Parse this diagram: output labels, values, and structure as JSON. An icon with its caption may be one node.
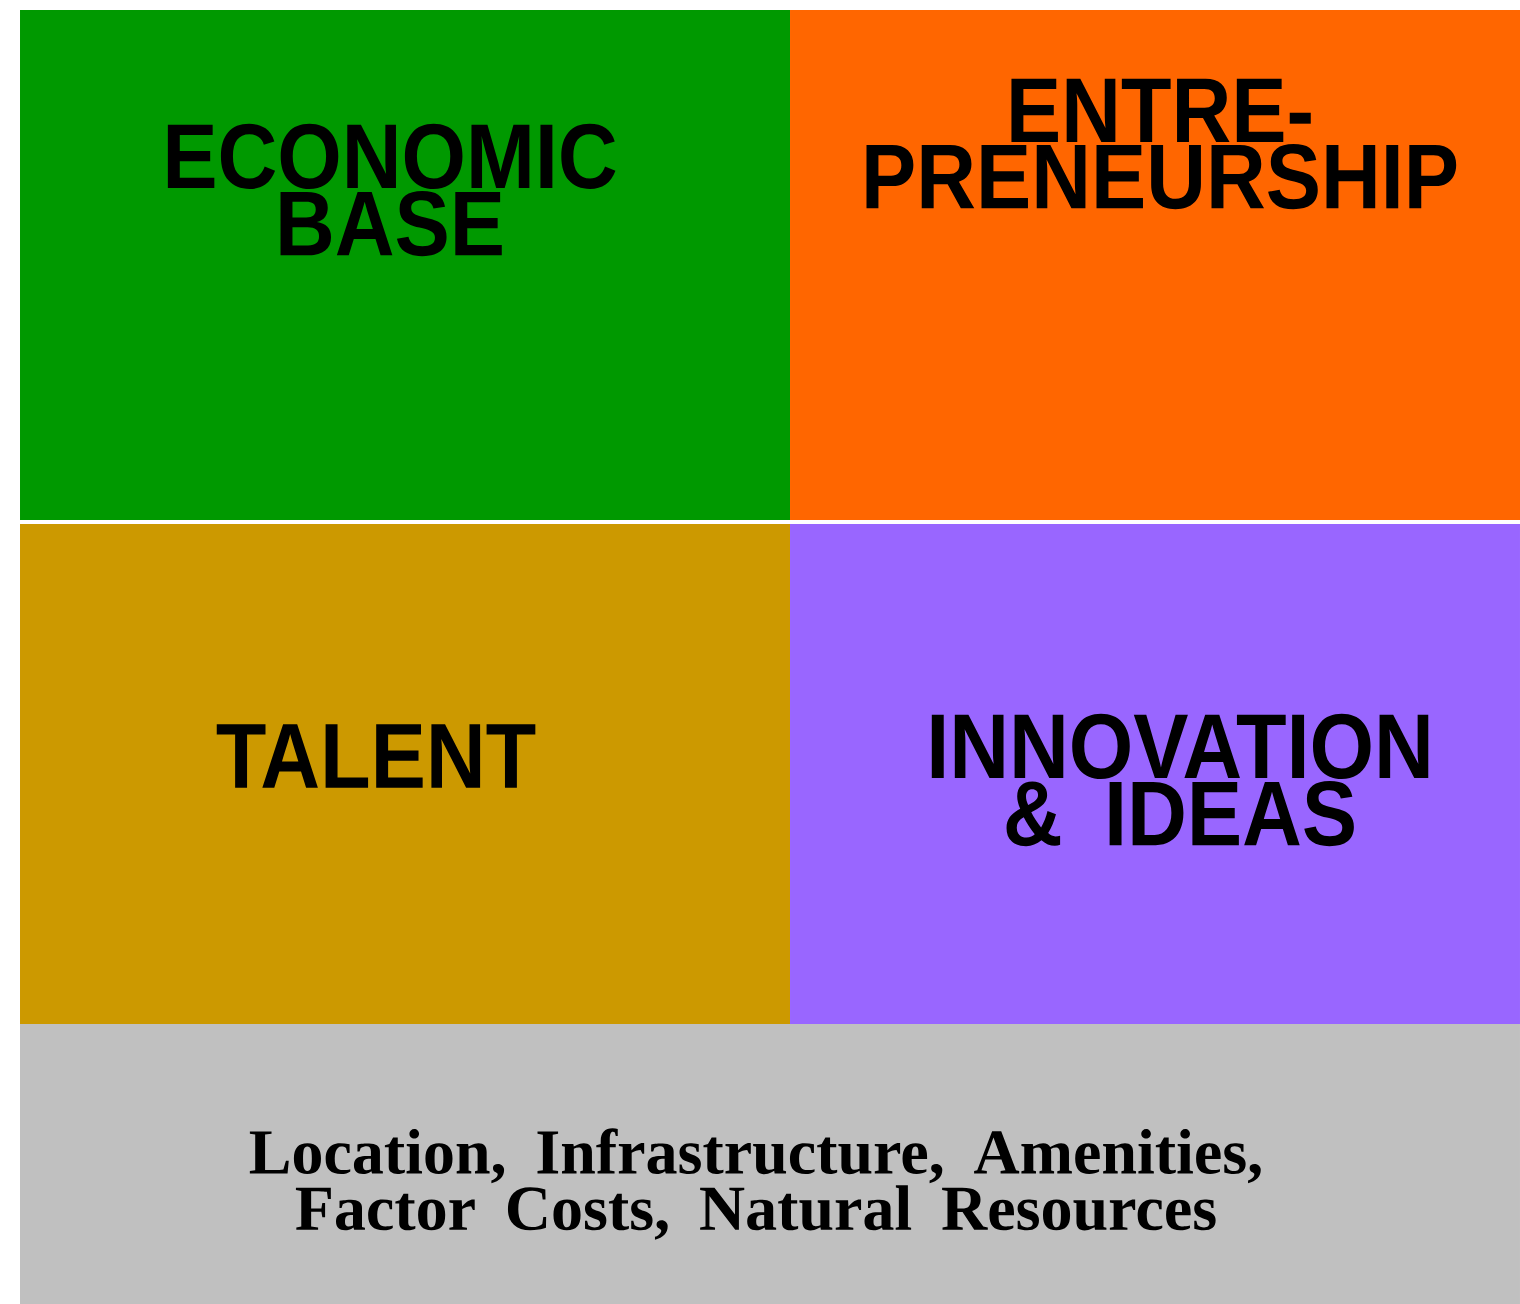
{
  "diagram": {
    "nodes": [
      {
        "text": [
          "ECONOMIC BASE"
        ]
      },
      {
        "text": [
          "ENTRE- PRENEURSHIP"
        ]
      },
      {
        "text": [
          "TALENT"
        ]
      },
      {
        "text": [
          "INNOVATION & IDEAS"
        ]
      },
      {
        "text": [
          "Location, Infrastructure, Amenities, Factor Costs, Natural Resources"
        ]
      }
    ]
  }
}
